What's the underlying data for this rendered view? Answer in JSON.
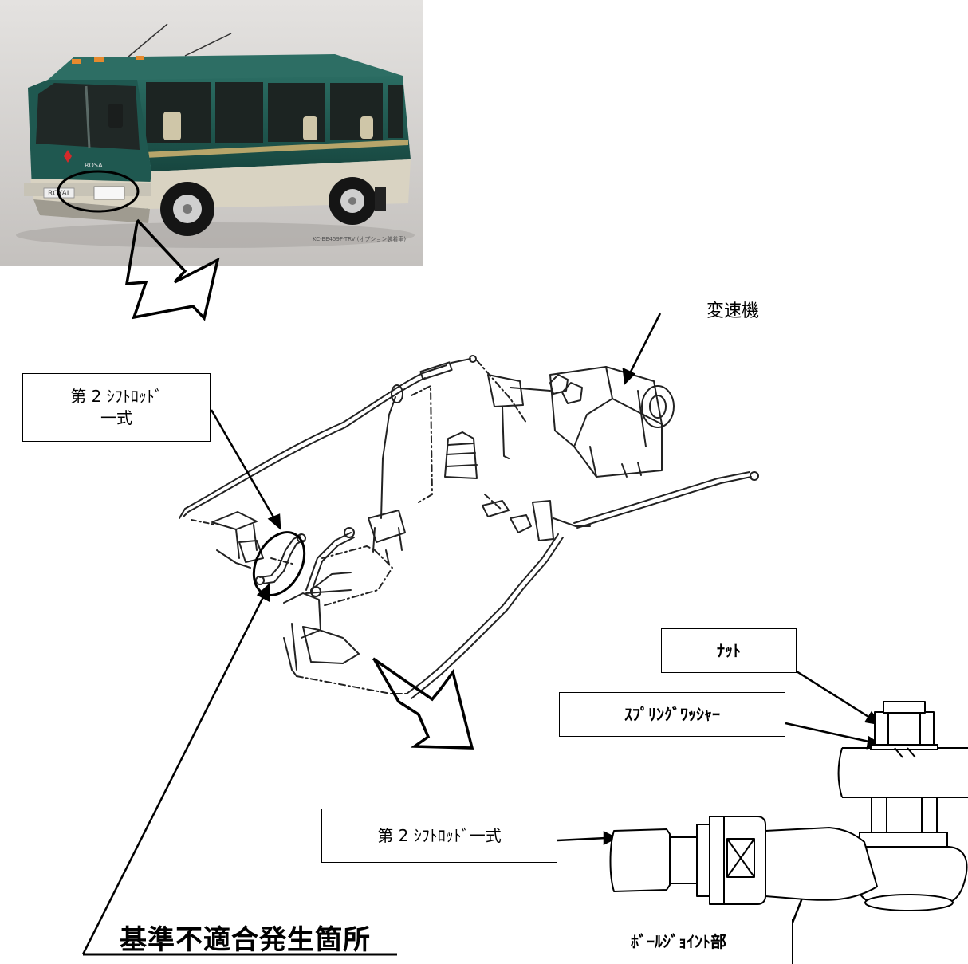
{
  "labels": {
    "transmission": "変速機",
    "second_shift_rod_upper": "第 2 ｼﾌﾄﾛｯﾄﾞ\n一式",
    "nut": "ﾅｯﾄ",
    "spring_washer": "ｽﾌﾟﾘﾝｸﾞﾜｯｼｬｰ",
    "second_shift_rod_lower": "第 2 ｼﾌﾄﾛｯﾄﾞ一式",
    "ball_joint": "ﾎﾞｰﾙｼﾞｮｲﾝﾄ部",
    "nonconformity_location": "基準不適合発生箇所"
  },
  "photo_lettering": {
    "grille_badge": "ROSA",
    "bumper_badge": "ROYAL",
    "caption": "KC-BE459F-TRV (オプション装着車)"
  },
  "colors": {
    "bus_body": "#1f5850",
    "bus_lower": "#d9d3c2",
    "stripe": "#b7a56a",
    "line": "#000000",
    "photo_bg": "#d0cdca"
  }
}
